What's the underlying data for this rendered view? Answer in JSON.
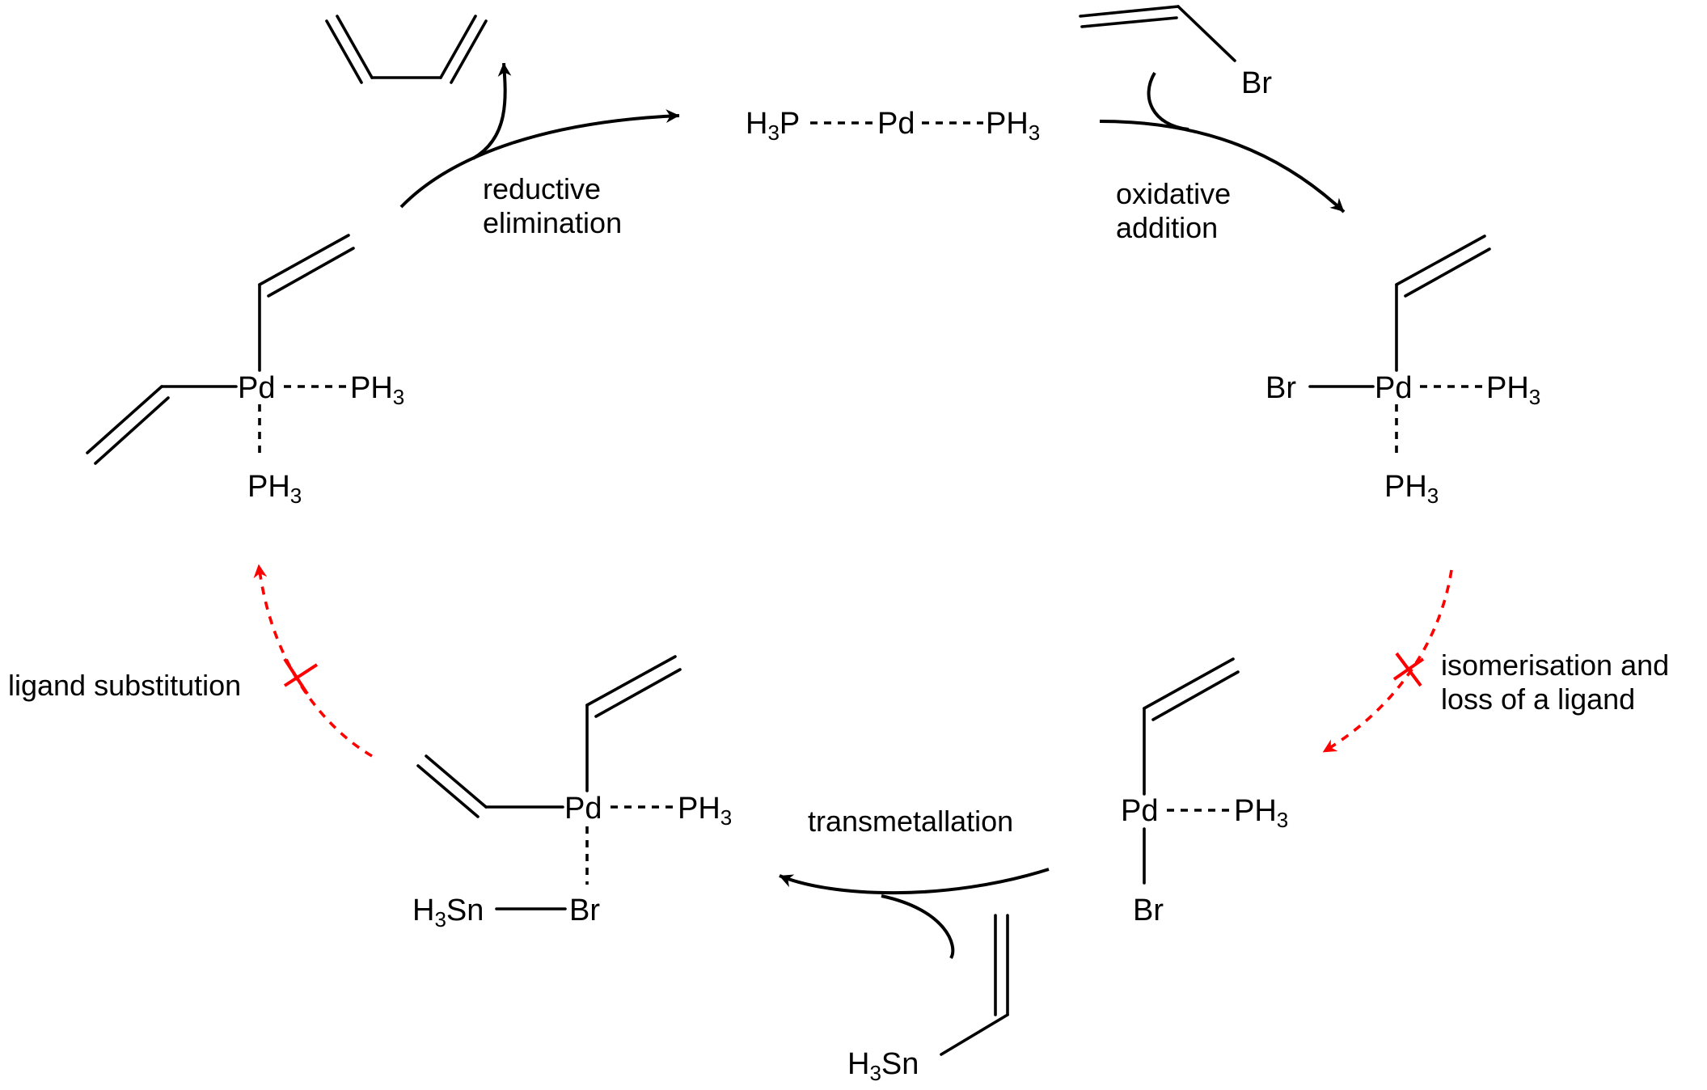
{
  "colors": {
    "ink": "#000000",
    "blocked_step": "#ff0000"
  },
  "species": {
    "catalyst": {
      "left_h": "H",
      "left_h_sub": "3",
      "left_p": "P",
      "metal": "Pd",
      "right": "PH",
      "right_sub": "3"
    },
    "vinyl_bromide": {
      "br": "Br"
    },
    "oxidative_adduct": {
      "br": "Br",
      "metal": "Pd",
      "ph3": "PH",
      "ph3_sub": "3",
      "ph3_bottom": "PH",
      "ph3_bottom_sub": "3"
    },
    "tricoordinate": {
      "metal": "Pd",
      "ph3": "PH",
      "ph3_sub": "3",
      "br": "Br"
    },
    "vinyl_stannane": {
      "h": "H",
      "h_sub": "3",
      "sn": "Sn"
    },
    "transmetallation_complex": {
      "metal": "Pd",
      "ph3": "PH",
      "ph3_sub": "3",
      "sn_h": "H",
      "sn_h_sub": "3",
      "sn": "Sn",
      "br": "Br"
    },
    "divinyl_complex": {
      "metal": "Pd",
      "ph3": "PH",
      "ph3_sub": "3",
      "ph3_bottom": "PH",
      "ph3_bottom_sub": "3"
    }
  },
  "steps": {
    "reductive_elimination": [
      "reductive",
      "elimination"
    ],
    "oxidative_addition": [
      "oxidative",
      "addition"
    ],
    "isomerisation": [
      "isomerisation and",
      "loss of a ligand"
    ],
    "transmetallation": [
      "transmetallation"
    ],
    "ligand_substitution": [
      "ligand substitution"
    ]
  }
}
